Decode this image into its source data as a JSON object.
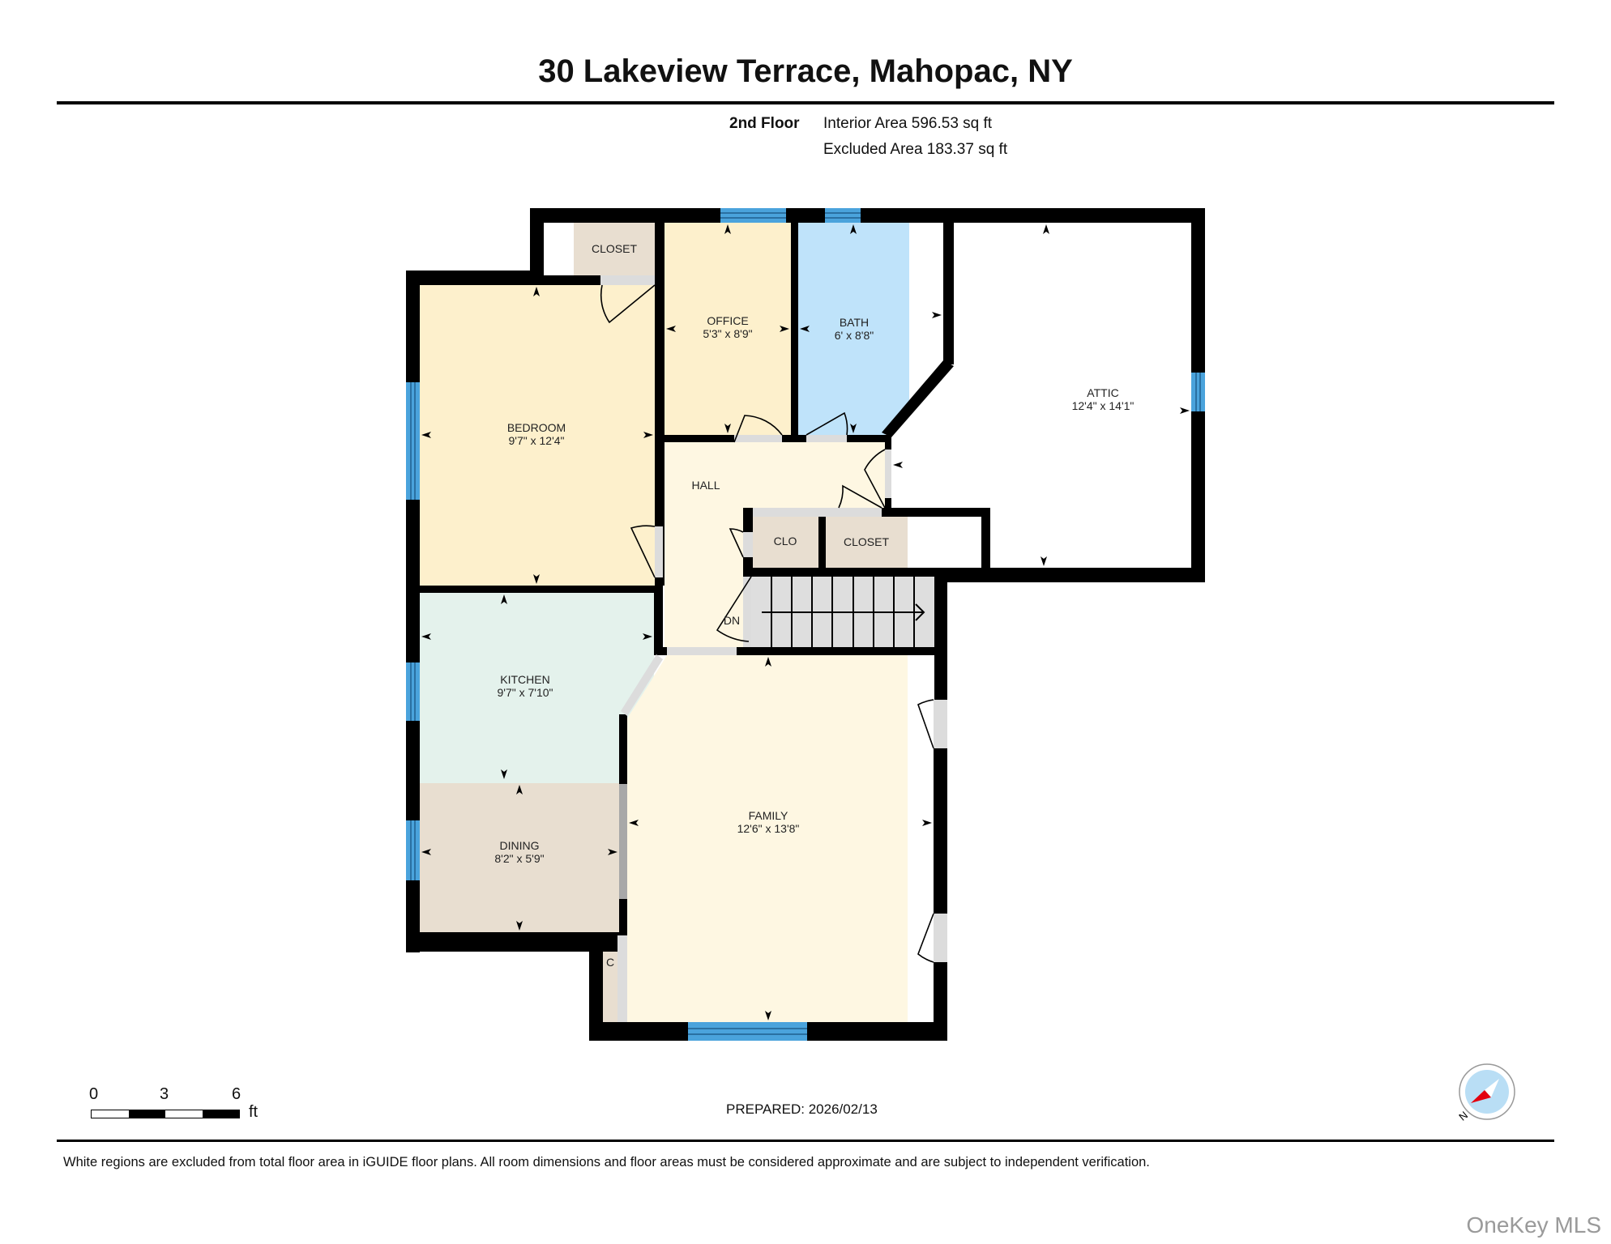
{
  "header": {
    "title": "30 Lakeview Terrace, Mahopac, NY",
    "floor": "2nd Floor",
    "interior_area": "Interior Area 596.53 sq ft",
    "excluded_area": "Excluded Area 183.37 sq ft"
  },
  "rooms": {
    "closet_top": {
      "name": "CLOSET"
    },
    "office": {
      "name": "OFFICE",
      "dims": "5'3\" x 8'9\""
    },
    "bath": {
      "name": "BATH",
      "dims": "6' x 8'8\""
    },
    "attic": {
      "name": "ATTIC",
      "dims": "12'4\" x 14'1\""
    },
    "bedroom": {
      "name": "BEDROOM",
      "dims": "9'7\" x 12'4\""
    },
    "hall": {
      "name": "HALL"
    },
    "clo": {
      "name": "CLO"
    },
    "closet_mid": {
      "name": "CLOSET"
    },
    "stairs": {
      "label": "DN"
    },
    "kitchen": {
      "name": "KITCHEN",
      "dims": "9'7\" x 7'10\""
    },
    "dining": {
      "name": "DINING",
      "dims": "8'2\" x 5'9\""
    },
    "family": {
      "name": "FAMILY",
      "dims": "12'6\" x 13'8\""
    },
    "closet_small": {
      "name": "C"
    }
  },
  "colors": {
    "wall": "#000000",
    "window": "#4aa3dc",
    "door_opening": "#dcdcdc",
    "bedroom": "#fdf0cc",
    "office": "#fdf0cc",
    "bath": "#bfe3fa",
    "hall": "#fef7e2",
    "family": "#fef7e2",
    "kitchen": "#e4f2ec",
    "dining": "#e8ded0",
    "closet": "#e8ded0",
    "stairs": "#dedede"
  },
  "scale": {
    "ticks": [
      "0",
      "3",
      "6"
    ],
    "unit": "ft"
  },
  "footer": {
    "prepared": "PREPARED: 2026/02/13",
    "disclaimer": "White regions are excluded from total floor area in iGUIDE floor plans. All room dimensions and floor areas must be considered approximate and are subject to independent verification.",
    "compass_label": "N",
    "watermark": "OneKey MLS"
  }
}
